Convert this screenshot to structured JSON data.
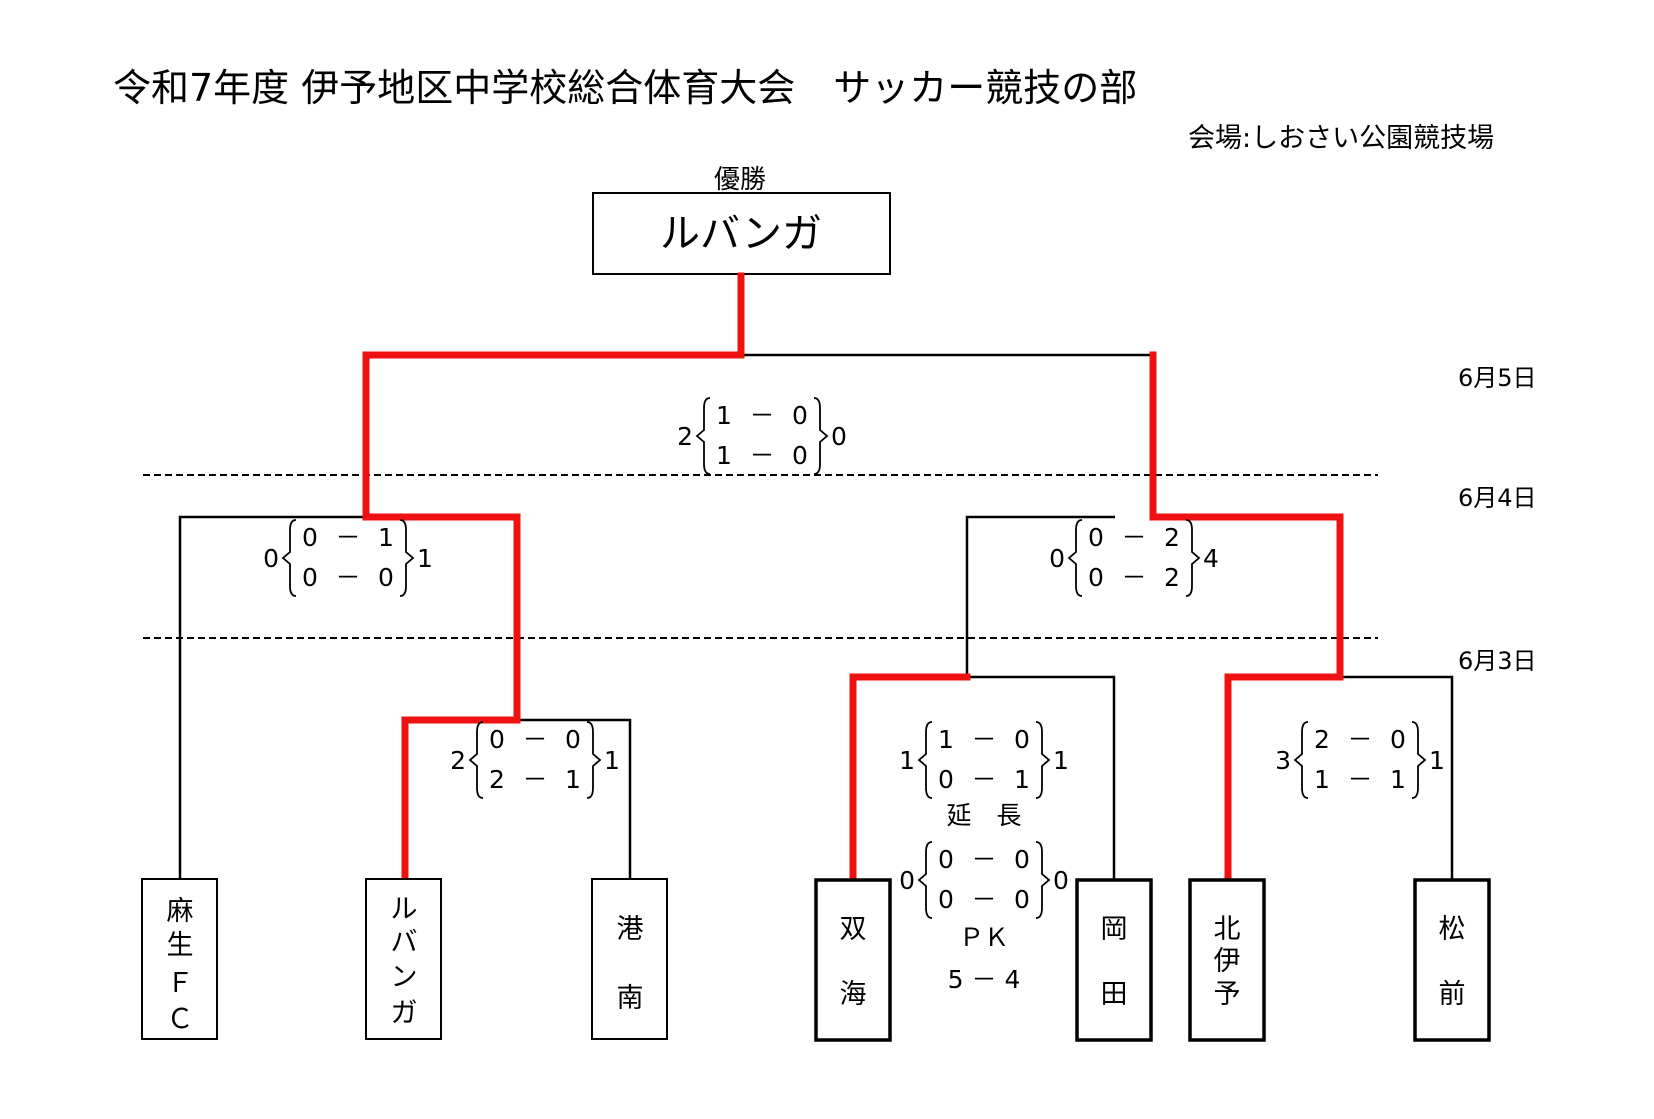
{
  "title": "令和7年度 伊予地区中学校総合体育大会　サッカー競技の部",
  "venue": "会場:しおさい公園競技場",
  "champion": {
    "label": "優勝",
    "name": "ルバンガ"
  },
  "dates": {
    "final": "6月5日",
    "semifinal": "6月4日",
    "first_round": "6月3日"
  },
  "teams": [
    {
      "name": "麻生ＦＣ",
      "chars": [
        "麻",
        "生",
        "Ｆ",
        "Ｃ"
      ]
    },
    {
      "name": "ルバンガ",
      "chars": [
        "ル",
        "バ",
        "ン",
        "ガ"
      ]
    },
    {
      "name": "港南",
      "chars": [
        "港",
        "南"
      ]
    },
    {
      "name": "双海",
      "chars": [
        "双",
        "海"
      ]
    },
    {
      "name": "岡田",
      "chars": [
        "岡",
        "田"
      ]
    },
    {
      "name": "北伊予",
      "chars": [
        "北",
        "伊",
        "予"
      ]
    },
    {
      "name": "松前",
      "chars": [
        "松",
        "前"
      ]
    }
  ],
  "matches": {
    "final": {
      "total_left": "2",
      "total_right": "0",
      "half1": [
        "1",
        "0"
      ],
      "half2": [
        "1",
        "0"
      ]
    },
    "semi_left": {
      "total_left": "0",
      "total_right": "1",
      "half1": [
        "0",
        "1"
      ],
      "half2": [
        "0",
        "0"
      ]
    },
    "semi_right": {
      "total_left": "0",
      "total_right": "4",
      "half1": [
        "0",
        "2"
      ],
      "half2": [
        "0",
        "2"
      ]
    },
    "r1_rubanga_konan": {
      "total_left": "2",
      "total_right": "1",
      "half1": [
        "0",
        "0"
      ],
      "half2": [
        "2",
        "1"
      ]
    },
    "r1_futami_okada": {
      "total_left": "1",
      "total_right": "1",
      "half1": [
        "1",
        "0"
      ],
      "half2": [
        "0",
        "1"
      ],
      "extra_label": "延　長",
      "extra": {
        "total_left": "0",
        "total_right": "0",
        "half1": [
          "0",
          "0"
        ],
        "half2": [
          "0",
          "0"
        ]
      },
      "pk_label": "ＰＫ",
      "pk_score": "5 － 4"
    },
    "r1_kitaiyo_masaki": {
      "total_left": "3",
      "total_right": "1",
      "half1": [
        "2",
        "0"
      ],
      "half2": [
        "1",
        "1"
      ]
    }
  },
  "dash_symbol": "－"
}
